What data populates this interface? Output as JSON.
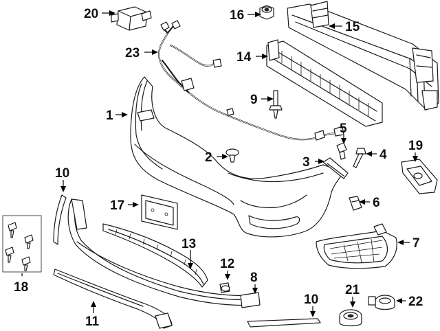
{
  "callouts": [
    {
      "id": "1",
      "label": "1"
    },
    {
      "id": "2",
      "label": "2"
    },
    {
      "id": "3",
      "label": "3"
    },
    {
      "id": "4",
      "label": "4"
    },
    {
      "id": "5",
      "label": "5"
    },
    {
      "id": "6",
      "label": "6"
    },
    {
      "id": "7",
      "label": "7"
    },
    {
      "id": "8",
      "label": "8"
    },
    {
      "id": "9",
      "label": "9"
    },
    {
      "id": "10a",
      "label": "10"
    },
    {
      "id": "10b",
      "label": "10"
    },
    {
      "id": "11",
      "label": "11"
    },
    {
      "id": "12",
      "label": "12"
    },
    {
      "id": "13",
      "label": "13"
    },
    {
      "id": "14",
      "label": "14"
    },
    {
      "id": "15",
      "label": "15"
    },
    {
      "id": "16",
      "label": "16"
    },
    {
      "id": "17",
      "label": "17"
    },
    {
      "id": "18",
      "label": "18"
    },
    {
      "id": "19",
      "label": "19"
    },
    {
      "id": "20",
      "label": "20"
    },
    {
      "id": "21",
      "label": "21"
    },
    {
      "id": "22",
      "label": "22"
    },
    {
      "id": "23",
      "label": "23"
    }
  ]
}
